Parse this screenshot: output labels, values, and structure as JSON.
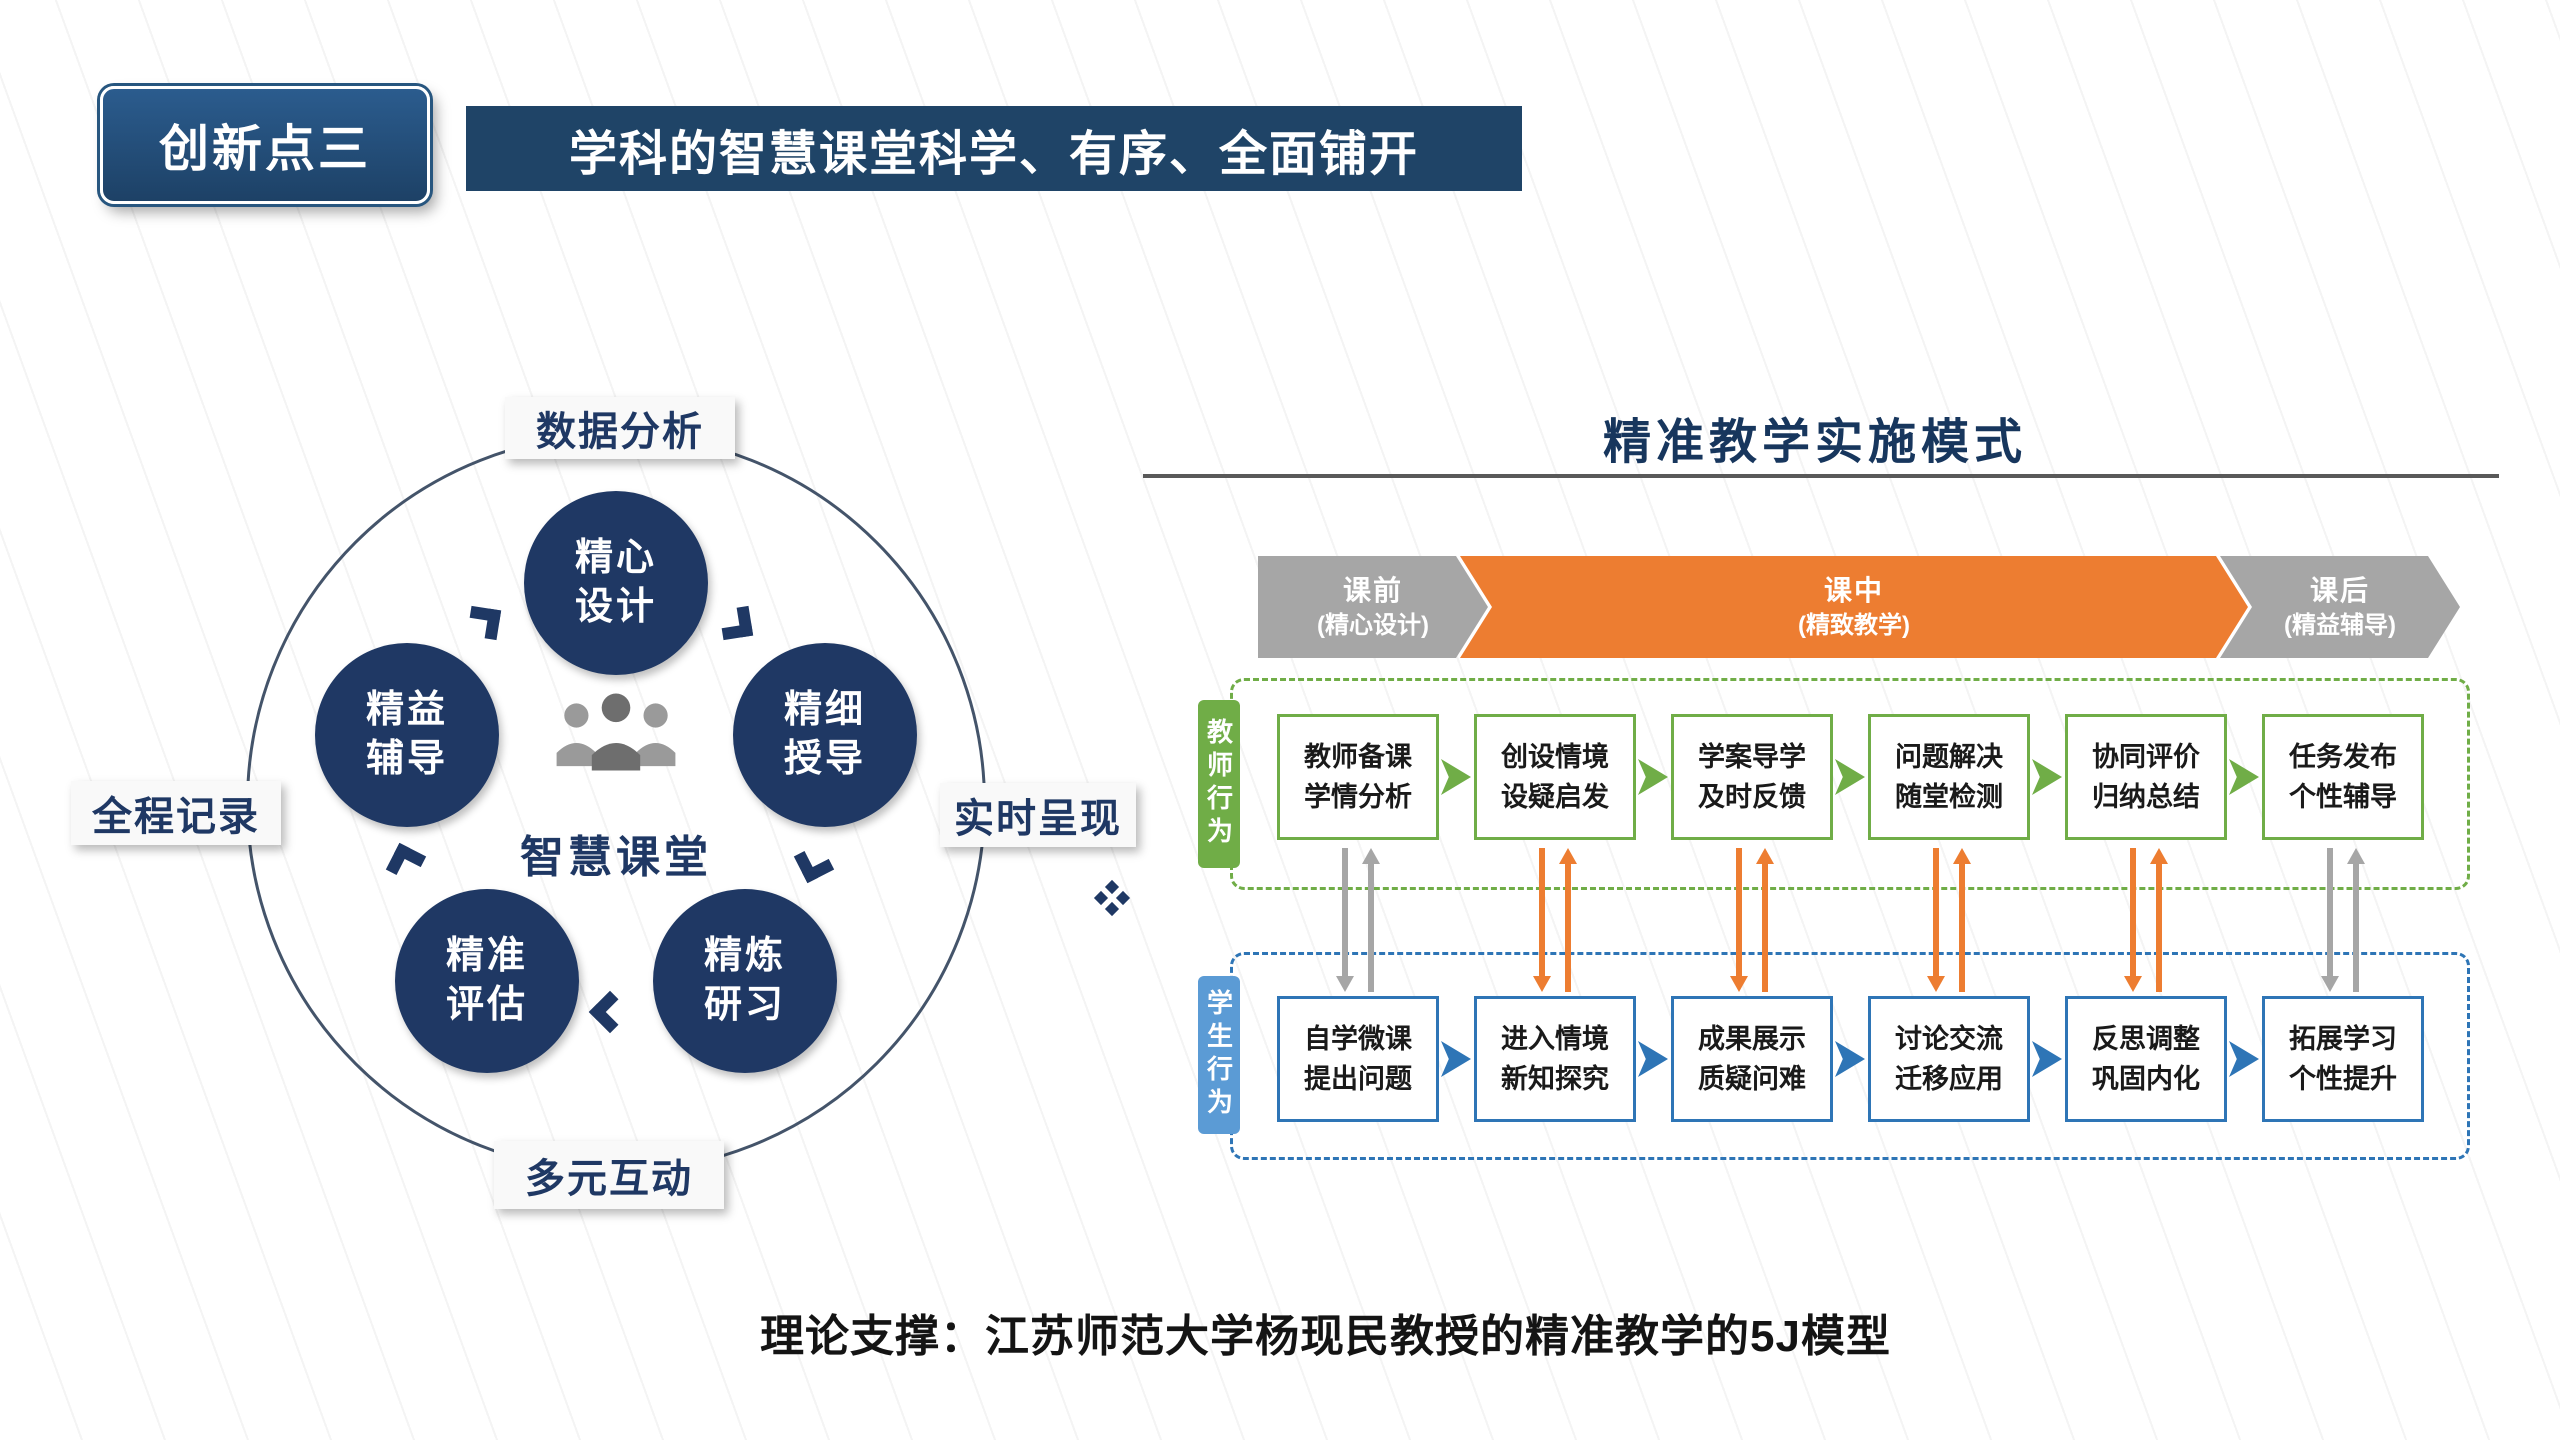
{
  "colors": {
    "navy": "#1F3864",
    "titlebar-blue": "#1F4467",
    "orange": "#ED7D31",
    "green": "#70AD47",
    "blue": "#2E75B6",
    "light-blue": "#5B9BD5",
    "gray": "#A6A6A6"
  },
  "header": {
    "badge": "创新点三",
    "title": "学科的智慧课堂科学、有序、全面铺开"
  },
  "cycle": {
    "center_label": "智慧课堂",
    "nodes": [
      {
        "line1": "精心",
        "line2": "设计"
      },
      {
        "line1": "精细",
        "line2": "授导"
      },
      {
        "line1": "精炼",
        "line2": "研习"
      },
      {
        "line1": "精准",
        "line2": "评估"
      },
      {
        "line1": "精益",
        "line2": "辅导"
      }
    ],
    "labels": {
      "top": "数据分析",
      "right": "实时呈现",
      "bottom": "多元互动",
      "left": "全程记录"
    }
  },
  "model": {
    "title": "精准教学实施模式",
    "phases": [
      {
        "line1": "课前",
        "line2": "(精心设计)"
      },
      {
        "line1": "课中",
        "line2": "(精致教学)"
      },
      {
        "line1": "课后",
        "line2": "(精益辅导)"
      }
    ],
    "teacher": {
      "label": "教师行为",
      "boxes": [
        {
          "line1": "教师备课",
          "line2": "学情分析"
        },
        {
          "line1": "创设情境",
          "line2": "设疑启发"
        },
        {
          "line1": "学案导学",
          "line2": "及时反馈"
        },
        {
          "line1": "问题解决",
          "line2": "随堂检测"
        },
        {
          "line1": "协同评价",
          "line2": "归纳总结"
        },
        {
          "line1": "任务发布",
          "line2": "个性辅导"
        }
      ]
    },
    "student": {
      "label": "学生行为",
      "boxes": [
        {
          "line1": "自学微课",
          "line2": "提出问题"
        },
        {
          "line1": "进入情境",
          "line2": "新知探究"
        },
        {
          "line1": "成果展示",
          "line2": "质疑问难"
        },
        {
          "line1": "讨论交流",
          "line2": "迁移应用"
        },
        {
          "line1": "反思调整",
          "line2": "巩固内化"
        },
        {
          "line1": "拓展学习",
          "line2": "个性提升"
        }
      ]
    }
  },
  "footer": {
    "text": "理论支撑：江苏师范大学杨现民教授的精准教学的5J模型"
  }
}
